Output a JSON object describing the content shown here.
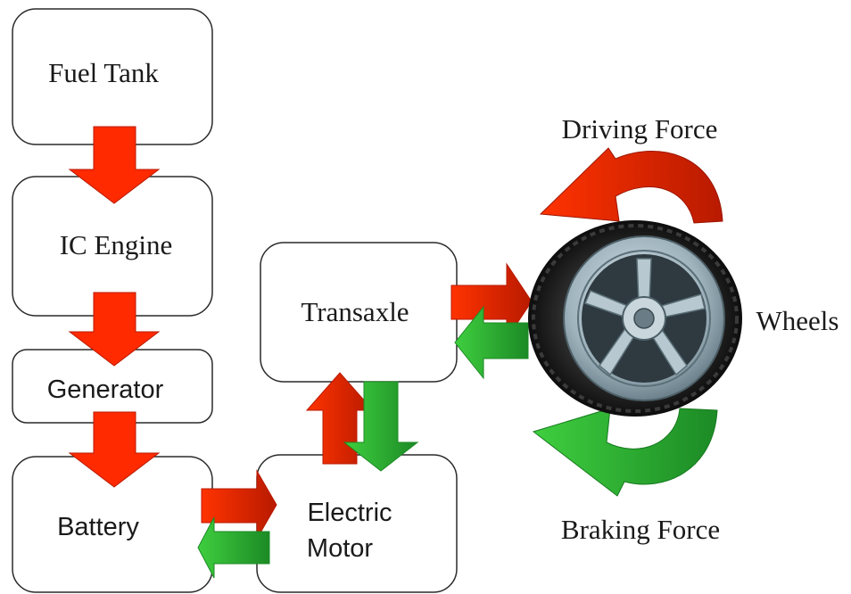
{
  "blocks": {
    "fuel_tank": "Fuel Tank",
    "ic_engine": "IC Engine",
    "generator": "Generator",
    "battery": "Battery",
    "electric_motor_line1": "Electric",
    "electric_motor_line2": "Motor",
    "transaxle": "Transaxle"
  },
  "labels": {
    "driving_force": "Driving Force",
    "braking_force": "Braking Force",
    "wheels": "Wheels"
  },
  "colors": {
    "power_arrow": "#ff2a00",
    "power_arrow_dark": "#c81e00",
    "regen_arrow": "#33c43a",
    "regen_arrow_dark": "#1f9a2a",
    "box_stroke": "#2a2a2a",
    "tire": "#1c1c1c",
    "rim": "#9fb3bd"
  },
  "icons": {
    "wheel": "wheel-icon",
    "driving_force": "curved-arrow-icon",
    "braking_force": "curved-arrow-icon"
  }
}
